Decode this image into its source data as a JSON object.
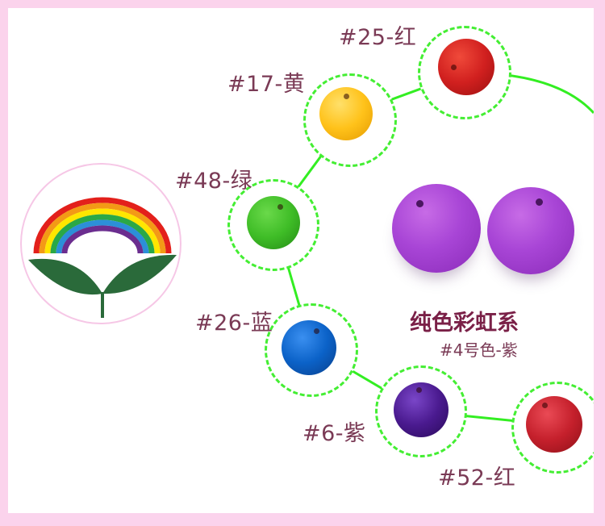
{
  "colors": {
    "background": "#fbd3ec",
    "card": "#ffffff",
    "ring": "#44ee33",
    "line": "#33ee22",
    "label": "#7a3a55",
    "title": "#7a2047"
  },
  "beads": [
    {
      "label": "#25-红",
      "color": "#d1201f"
    },
    {
      "label": "#17-黄",
      "color": "#ffc21a"
    },
    {
      "label": "#48-绿",
      "color": "#3fbd27"
    },
    {
      "label": "#26-蓝",
      "color": "#0b62c8"
    },
    {
      "label": "#6-紫",
      "color": "#4a1a8f"
    },
    {
      "label": "#52-红",
      "color": "#c5202c"
    }
  ],
  "featured": {
    "title": "纯色彩虹系",
    "subtitle": "#4号色-紫",
    "color": "#a845d6"
  },
  "logo": {
    "icon": "rainbow-leaf-logo-icon",
    "rainbow_colors": [
      "#e3201b",
      "#f39a16",
      "#ffe600",
      "#2aa847",
      "#2c8fd8",
      "#6b2d8f"
    ],
    "leaf_color": "#2a6a3a"
  }
}
